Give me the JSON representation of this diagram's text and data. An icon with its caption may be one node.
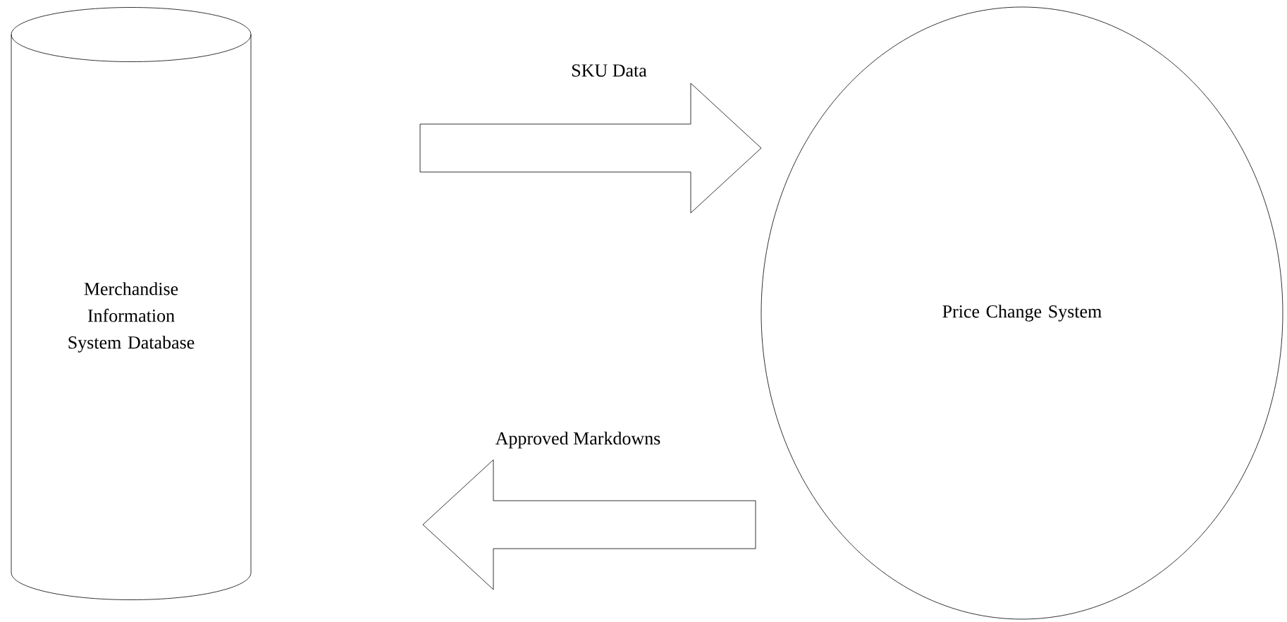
{
  "diagram": {
    "nodes": [
      {
        "text": [
          "Merchandise Information System Database"
        ]
      },
      {
        "text": [
          "Price Change System"
        ]
      }
    ],
    "edges": [
      {
        "from": 0,
        "to": 1,
        "arrow": "to",
        "label": "SKU Data"
      },
      {
        "from": 1,
        "to": 0,
        "arrow": "to",
        "label": "Approved Markdowns"
      }
    ]
  }
}
